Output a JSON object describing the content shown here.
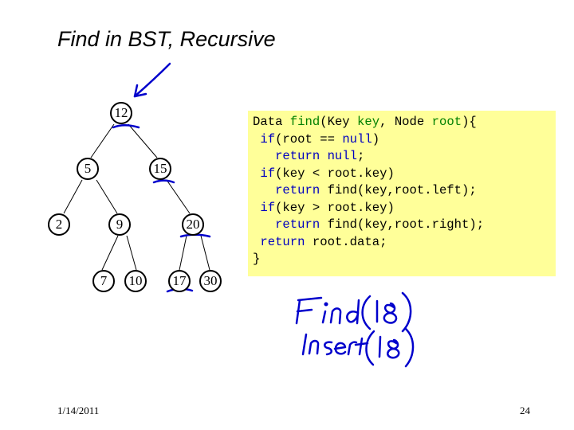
{
  "slide": {
    "title": "Find in BST, Recursive",
    "date": "1/14/2011",
    "page_number": "24"
  },
  "tree": {
    "root": "12",
    "n5": "5",
    "n15": "15",
    "n2": "2",
    "n9": "9",
    "n20": "20",
    "n7": "7",
    "n10": "10",
    "n17": "17",
    "n30": "30"
  },
  "code": {
    "l1": {
      "a": "Data ",
      "b": "find",
      "c": "(Key ",
      "d": "key",
      "e": ", Node ",
      "f": "root",
      "g": "){"
    },
    "l2": {
      "a": " if",
      "b": "(root == ",
      "c": "null",
      "d": ")"
    },
    "l3": {
      "a": "   return ",
      "b": "null",
      "c": ";"
    },
    "l4": {
      "a": " if",
      "b": "(key < root.key)"
    },
    "l5": {
      "a": "   return ",
      "b": "find(key,root.left);"
    },
    "l6": {
      "a": " if",
      "b": "(key > root.key)"
    },
    "l7": {
      "a": "   return ",
      "b": "find(key,root.right);"
    },
    "l8": {
      "a": " return ",
      "b": "root.data;"
    },
    "l9": {
      "a": "}"
    }
  },
  "handwriting": {
    "line1": "Find(18)",
    "line2": "Insert(18)"
  },
  "colors": {
    "ink": "#0000cc",
    "code_bg": "#ffff99",
    "keyword": "#0000c0",
    "identifier": "#008000"
  }
}
